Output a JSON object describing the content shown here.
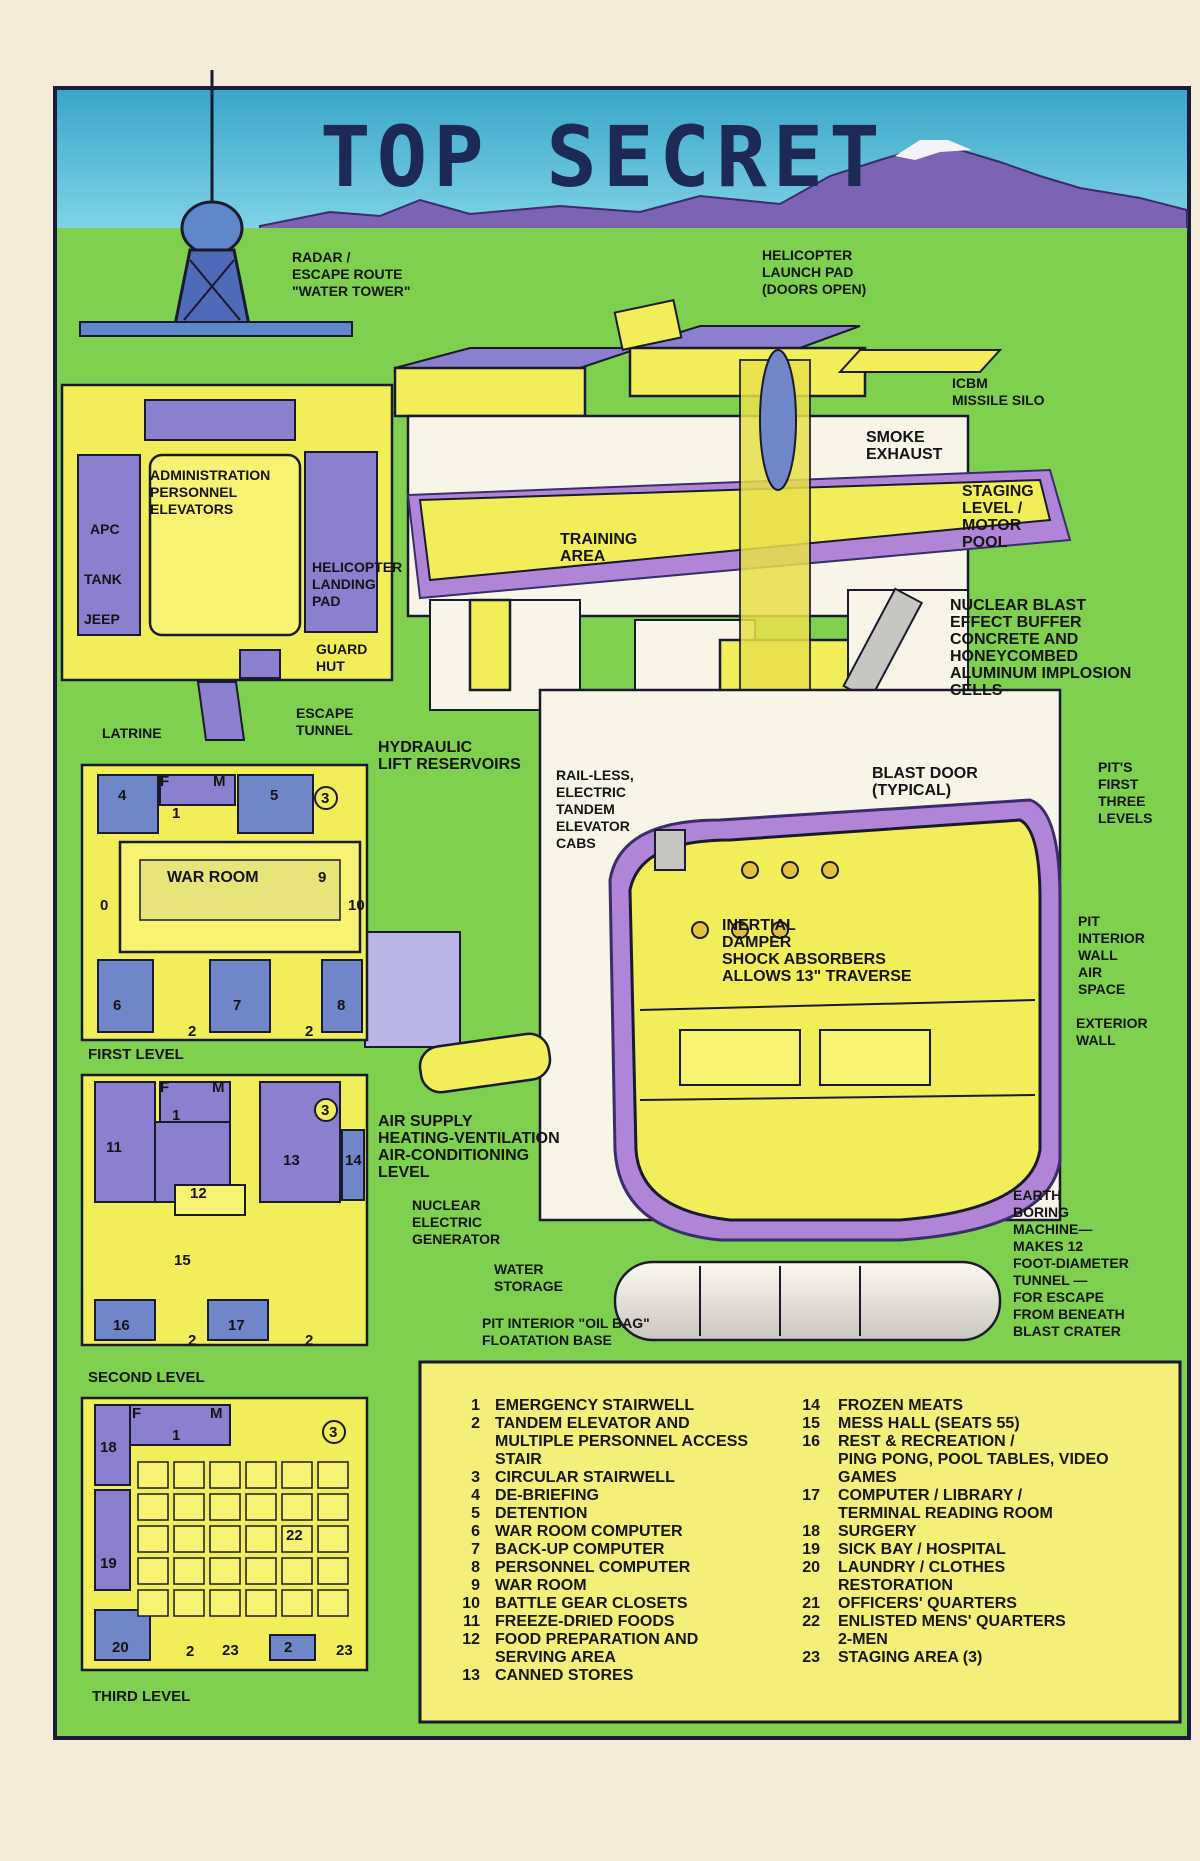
{
  "title": "TOP SECRET",
  "callouts": {
    "radar": [
      "RADAR /",
      "ESCAPE ROUTE",
      "\"WATER TOWER\""
    ],
    "helipad": [
      "HELICOPTER",
      "LAUNCH PAD",
      "(DOORS OPEN)"
    ],
    "icbm": [
      "ICBM",
      "MISSILE SILO"
    ],
    "smoke": [
      "SMOKE",
      "EXHAUST"
    ],
    "staging": [
      "STAGING",
      "LEVEL /",
      "MOTOR",
      "POOL"
    ],
    "training": [
      "TRAINING",
      "AREA"
    ],
    "admin": [
      "ADMINISTRATION",
      "PERSONNEL",
      "ELEVATORS"
    ],
    "apc": "APC",
    "tank": "TANK",
    "jeep": "JEEP",
    "heli_landing": [
      "HELICOPTER",
      "LANDING",
      "PAD"
    ],
    "guard": [
      "GUARD",
      "HUT"
    ],
    "latrine": "LATRINE",
    "escape_tunnel": [
      "ESCAPE",
      "TUNNEL"
    ],
    "hydraulic": [
      "HYDRAULIC",
      "LIFT RESERVOIRS"
    ],
    "nuclear_blast": [
      "NUCLEAR BLAST",
      "EFFECT BUFFER",
      "CONCRETE AND",
      "HONEYCOMBED",
      "ALUMINUM IMPLOSION",
      "CELLS"
    ],
    "blast_door": [
      "BLAST DOOR",
      "(TYPICAL)"
    ],
    "rail_less": [
      "RAIL-LESS,",
      "ELECTRIC",
      "TANDEM",
      "ELEVATOR",
      "CABS"
    ],
    "pits_first": [
      "PIT'S",
      "FIRST",
      "THREE",
      "LEVELS"
    ],
    "inertial": [
      "INERTIAL",
      "DAMPER",
      "SHOCK ABSORBERS",
      "ALLOWS 13\" TRAVERSE"
    ],
    "pit_interior": [
      "PIT",
      "INTERIOR",
      "WALL",
      "AIR",
      "SPACE"
    ],
    "exterior": [
      "EXTERIOR",
      "WALL"
    ],
    "air_supply": [
      "AIR SUPPLY",
      "HEATING-VENTILATION",
      "AIR-CONDITIONING",
      "LEVEL"
    ],
    "nuclear_gen": [
      "NUCLEAR",
      "ELECTRIC",
      "GENERATOR"
    ],
    "water": [
      "WATER",
      "STORAGE"
    ],
    "oil_bag": [
      "PIT INTERIOR \"OIL BAG\"",
      "FLOATATION BASE"
    ],
    "earth_boring": [
      "EARTH",
      "BORING",
      "MACHINE—",
      "MAKES 12",
      "FOOT-DIAMETER",
      "TUNNEL —",
      "FOR ESCAPE",
      "FROM BENEATH",
      "BLAST CRATER"
    ]
  },
  "levels": {
    "first": {
      "label": "FIRST LEVEL",
      "war_room": "WAR ROOM",
      "marks": {
        "f": "F",
        "m": "M",
        "r1": "1",
        "r2a": "2",
        "r2b": "2",
        "r3": "3",
        "r4": "4",
        "r5": "5",
        "r6": "6",
        "r7": "7",
        "r8": "8",
        "r9": "9",
        "r10a": "0",
        "r10b": "10"
      }
    },
    "second": {
      "label": "SECOND LEVEL",
      "marks": {
        "f": "F",
        "m": "M",
        "r1": "1",
        "r3": "3",
        "r11": "11",
        "r12": "12",
        "r13": "13",
        "r14": "14",
        "r15": "15",
        "r16": "16",
        "r17": "17",
        "r2a": "2",
        "r2b": "2"
      }
    },
    "third": {
      "label": "THIRD LEVEL",
      "marks": {
        "f": "F",
        "m": "M",
        "r1": "1",
        "r3": "3",
        "r18": "18",
        "r19": "19",
        "r20": "20",
        "r22": "22",
        "r2a": "2",
        "r2b": "2",
        "r23a": "23",
        "r23b": "23"
      }
    }
  },
  "key_left": [
    {
      "num": "1",
      "lines": [
        "EMERGENCY STAIRWELL"
      ]
    },
    {
      "num": "2",
      "lines": [
        "TANDEM ELEVATOR AND",
        "MULTIPLE PERSONNEL ACCESS",
        "STAIR"
      ]
    },
    {
      "num": "3",
      "lines": [
        "CIRCULAR STAIRWELL"
      ]
    },
    {
      "num": "4",
      "lines": [
        "DE-BRIEFING"
      ]
    },
    {
      "num": "5",
      "lines": [
        "DETENTION"
      ]
    },
    {
      "num": "6",
      "lines": [
        "WAR ROOM COMPUTER"
      ]
    },
    {
      "num": "7",
      "lines": [
        "BACK-UP COMPUTER"
      ]
    },
    {
      "num": "8",
      "lines": [
        "PERSONNEL COMPUTER"
      ]
    },
    {
      "num": "9",
      "lines": [
        "WAR ROOM"
      ]
    },
    {
      "num": "10",
      "lines": [
        "BATTLE GEAR CLOSETS"
      ]
    },
    {
      "num": "11",
      "lines": [
        "FREEZE-DRIED FOODS"
      ]
    },
    {
      "num": "12",
      "lines": [
        "FOOD PREPARATION AND",
        "SERVING AREA"
      ]
    },
    {
      "num": "13",
      "lines": [
        "CANNED STORES"
      ]
    }
  ],
  "key_right": [
    {
      "num": "14",
      "lines": [
        "FROZEN MEATS"
      ]
    },
    {
      "num": "15",
      "lines": [
        "MESS HALL (SEATS 55)"
      ]
    },
    {
      "num": "16",
      "lines": [
        "REST & RECREATION /",
        "PING PONG, POOL TABLES, VIDEO",
        "GAMES"
      ]
    },
    {
      "num": "17",
      "lines": [
        "COMPUTER / LIBRARY /",
        "TERMINAL READING ROOM"
      ]
    },
    {
      "num": "18",
      "lines": [
        "SURGERY"
      ]
    },
    {
      "num": "19",
      "lines": [
        "SICK BAY / HOSPITAL"
      ]
    },
    {
      "num": "20",
      "lines": [
        "LAUNDRY / CLOTHES",
        "RESTORATION"
      ]
    },
    {
      "num": "21",
      "lines": [
        "OFFICERS' QUARTERS"
      ]
    },
    {
      "num": "22",
      "lines": [
        "ENLISTED MENS' QUARTERS",
        "2-MEN"
      ]
    },
    {
      "num": "23",
      "lines": [
        "STAGING AREA (3)"
      ]
    }
  ]
}
